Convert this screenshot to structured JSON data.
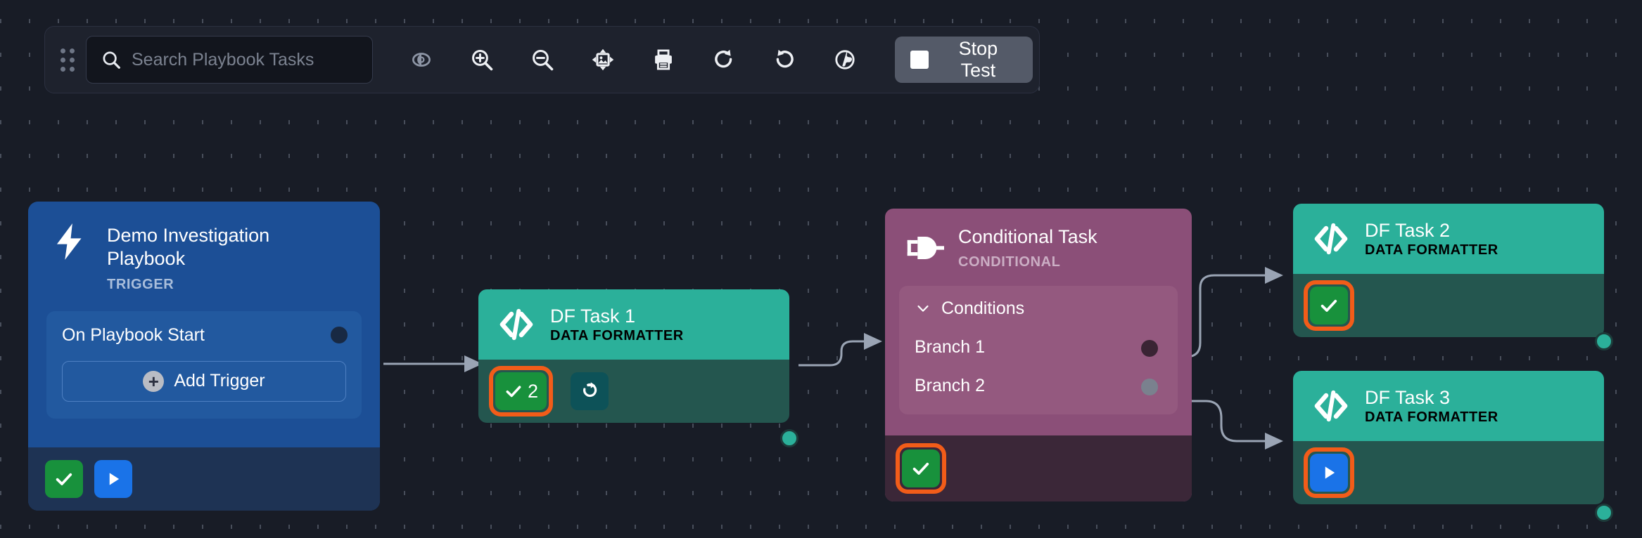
{
  "toolbar": {
    "drag_handle": "drag-handle",
    "search": {
      "placeholder": "Search Playbook Tasks",
      "value": ""
    },
    "icons": [
      {
        "name": "visibility-icon",
        "label": "Toggle Visibility"
      },
      {
        "name": "zoom-in-icon",
        "label": "Zoom In"
      },
      {
        "name": "zoom-out-icon",
        "label": "Zoom Out"
      },
      {
        "name": "fit-to-screen-icon",
        "label": "Fit To Screen"
      },
      {
        "name": "print-icon",
        "label": "Print"
      },
      {
        "name": "redo-icon",
        "label": "Redo"
      },
      {
        "name": "undo-icon",
        "label": "Undo"
      },
      {
        "name": "globe-icon",
        "label": "Globe"
      }
    ],
    "stop_test_label": "Stop Test",
    "stop_icon": "stop-square-icon"
  },
  "colors": {
    "canvas_bg": "#181c26",
    "toolbar_bg": "#1e222d",
    "trigger_blue": "#1c4f96",
    "data_formatter_teal": "#2bb09a",
    "data_formatter_body": "#24564f",
    "conditional_purple": "#8b4f78",
    "status_ring_orange": "#f25c19",
    "status_success_green": "#18913c",
    "status_running_blue": "#1a73e8",
    "edge_gray": "#9aa4b4",
    "stop_button_gray": "#545a68"
  },
  "nodes": {
    "trigger": {
      "title": "Demo Investigation Playbook",
      "subtitle": "TRIGGER",
      "icon": "lightning-bolt-icon",
      "panel_row_label": "On Playbook Start",
      "add_trigger_label": "Add Trigger",
      "badges": [
        {
          "name": "success-badge",
          "icon": "check-icon",
          "color": "green"
        },
        {
          "name": "run-badge",
          "icon": "play-icon",
          "color": "blue"
        }
      ]
    },
    "df_task_1": {
      "title": "DF Task 1",
      "subtitle": "DATA FORMATTER",
      "icon": "code-brackets-icon",
      "badges": [
        {
          "name": "success-badge",
          "icon": "check-icon",
          "color": "green",
          "count": "2",
          "highlighted": true
        },
        {
          "name": "retry-badge",
          "icon": "retry-icon",
          "color": "teal"
        }
      ]
    },
    "conditional": {
      "title": "Conditional Task",
      "subtitle": "CONDITIONAL",
      "icon": "logic-gate-icon",
      "conditions_label": "Conditions",
      "conditions_chevron": "chevron-down-icon",
      "branches": [
        {
          "label": "Branch 1",
          "port": "active"
        },
        {
          "label": "Branch 2",
          "port": "inactive"
        }
      ],
      "badges": [
        {
          "name": "success-badge",
          "icon": "check-icon",
          "color": "green",
          "highlighted": true
        }
      ]
    },
    "df_task_2": {
      "title": "DF Task 2",
      "subtitle": "DATA FORMATTER",
      "icon": "code-brackets-icon",
      "badges": [
        {
          "name": "success-badge",
          "icon": "check-icon",
          "color": "green",
          "highlighted": true
        }
      ]
    },
    "df_task_3": {
      "title": "DF Task 3",
      "subtitle": "DATA FORMATTER",
      "icon": "code-brackets-icon",
      "badges": [
        {
          "name": "run-badge",
          "icon": "play-icon",
          "color": "blue",
          "highlighted": true
        }
      ]
    }
  }
}
